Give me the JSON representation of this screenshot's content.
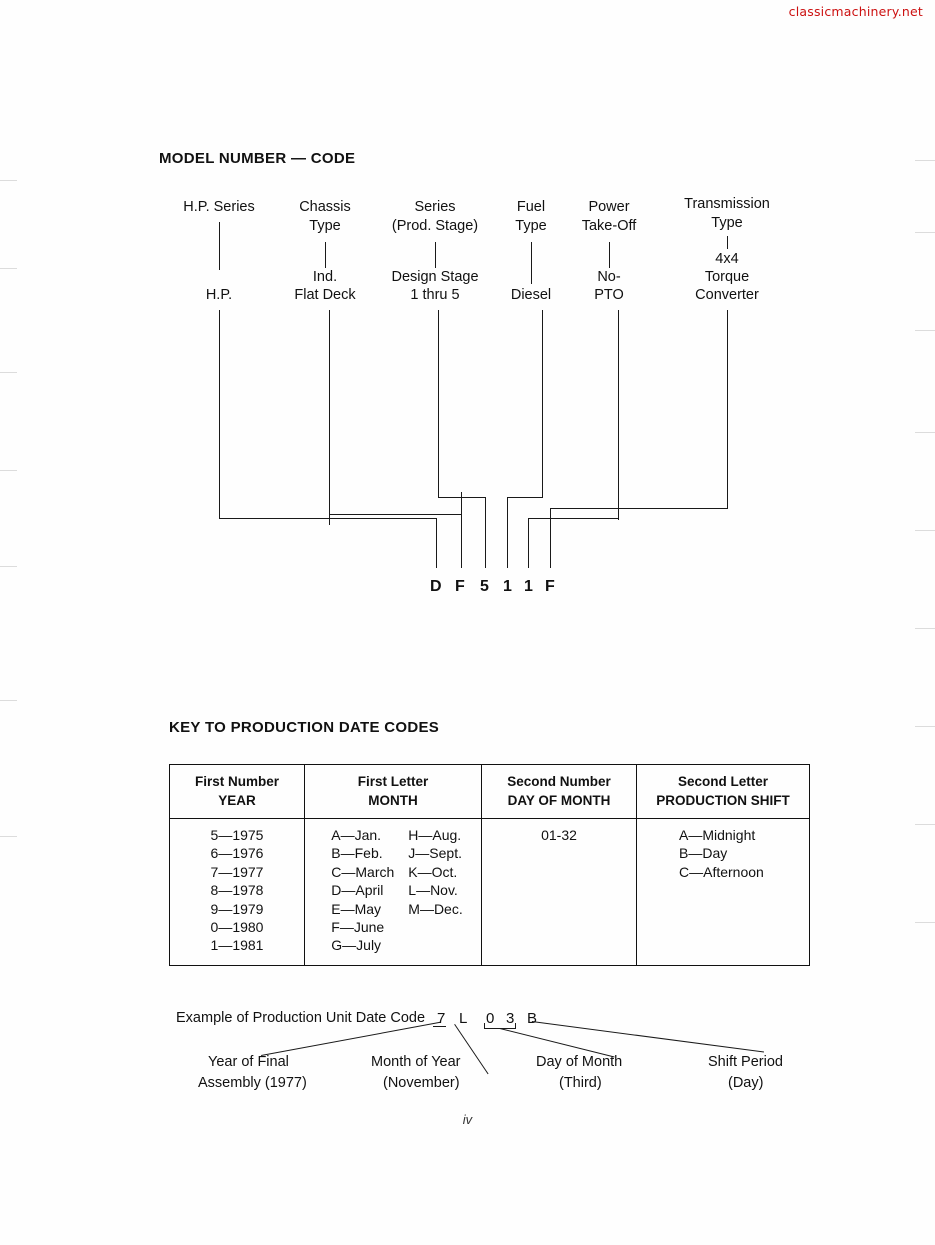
{
  "watermark": "classicmachinery.net",
  "page_number": "iv",
  "model_section": {
    "heading": "MODEL NUMBER — CODE",
    "columns": [
      {
        "title_line1": "H.P. Series",
        "title_line2": "",
        "value_line1": "",
        "value_line2": "H.P."
      },
      {
        "title_line1": "Chassis",
        "title_line2": "Type",
        "value_line1": "Ind.",
        "value_line2": "Flat Deck"
      },
      {
        "title_line1": "Series",
        "title_line2": "(Prod. Stage)",
        "value_line1": "Design Stage",
        "value_line2": "1 thru 5"
      },
      {
        "title_line1": "Fuel",
        "title_line2": "Type",
        "value_line1": "",
        "value_line2": "Diesel"
      },
      {
        "title_line1": "Power",
        "title_line2": "Take-Off",
        "value_line1": "No-",
        "value_line2": "PTO"
      },
      {
        "title_line1": "Transmission",
        "title_line2": "Type",
        "value_line1": "4x4",
        "value_line2": "Torque",
        "value_line3": "Converter"
      }
    ],
    "code_characters": [
      "D",
      "F",
      "5",
      "1",
      "1",
      "F"
    ]
  },
  "date_section": {
    "heading": "KEY TO PRODUCTION DATE CODES",
    "table": {
      "headers": [
        {
          "line1": "First Number",
          "line2": "YEAR"
        },
        {
          "line1": "First Letter",
          "line2": "MONTH"
        },
        {
          "line1": "Second Number",
          "line2": "DAY OF MONTH"
        },
        {
          "line1": "Second Letter",
          "line2": "PRODUCTION SHIFT"
        }
      ],
      "years": [
        "5—1975",
        "6—1976",
        "7—1977",
        "8—1978",
        "9—1979",
        "0—1980",
        "1—1981"
      ],
      "months_col1": [
        "A—Jan.",
        "B—Feb.",
        "C—March",
        "D—April",
        "E—May",
        "F—June",
        "G—July"
      ],
      "months_col2": [
        "H—Aug.",
        "J—Sept.",
        "K—Oct.",
        "L—Nov.",
        "M—Dec."
      ],
      "day_range": "01-32",
      "shifts": [
        "A—Midnight",
        "B—Day",
        "C—Afternoon"
      ]
    },
    "example": {
      "intro": "Example of Production Unit Date Code",
      "code_characters": [
        "7",
        "L",
        "0",
        "3",
        "B"
      ],
      "callouts": [
        {
          "line1": "Year of Final",
          "line2": "Assembly (1977)"
        },
        {
          "line1": "Month of Year",
          "line2": "(November)"
        },
        {
          "line1": "Day of Month",
          "line2": "(Third)"
        },
        {
          "line1": "Shift Period",
          "line2": "(Day)"
        }
      ]
    }
  }
}
